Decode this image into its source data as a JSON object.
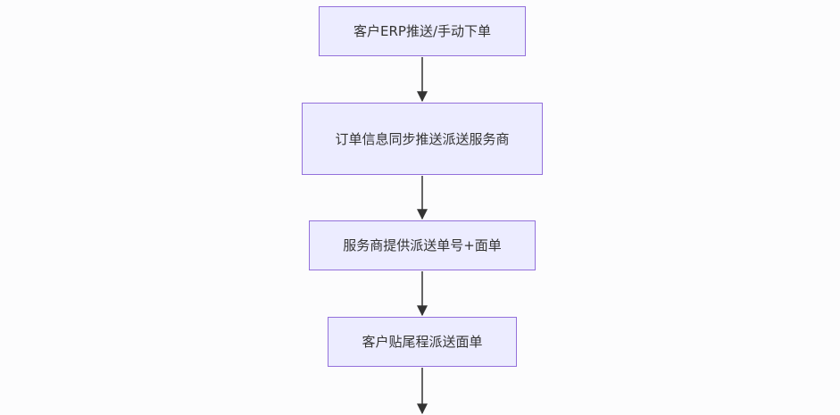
{
  "flow": {
    "nodes": [
      {
        "label": "客户ERP推送/手动下单"
      },
      {
        "label": "订单信息同步推送派送服务商"
      },
      {
        "label": "服务商提供派送单号+面单"
      },
      {
        "label": "客户贴尾程派送面单"
      }
    ],
    "edges": [
      {
        "from": 0,
        "to": 1
      },
      {
        "from": 1,
        "to": 2
      },
      {
        "from": 2,
        "to": 3
      },
      {
        "from": 3,
        "to": null
      }
    ]
  },
  "colors": {
    "node_fill": "#ececff",
    "node_border": "#9370db",
    "edge": "#333333",
    "text": "#333333",
    "background": "#fcfcfd"
  }
}
